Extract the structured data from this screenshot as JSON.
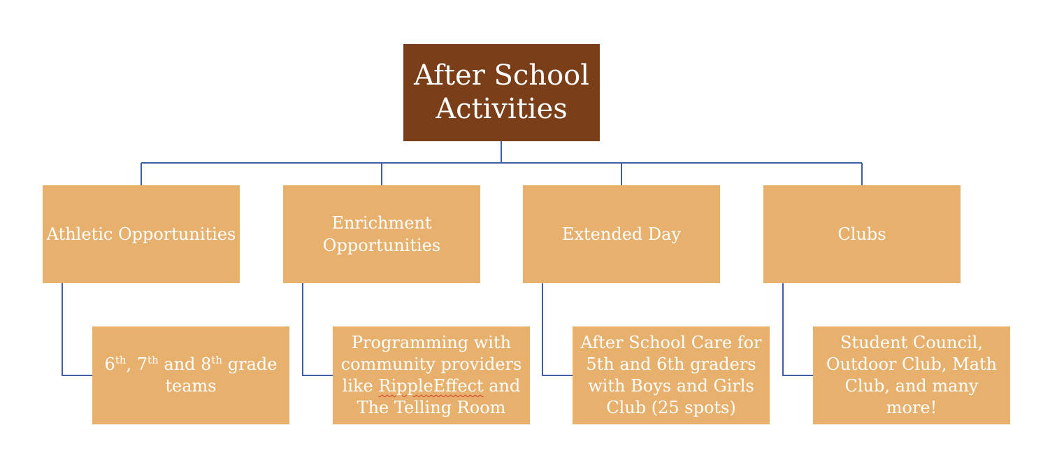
{
  "colors": {
    "root_fill": "#7a3f18",
    "node_fill": "#e8b06d",
    "connector": "#3e5fa3",
    "text": "#ffffff",
    "spellcheck": "#d23c2a"
  },
  "root": {
    "label": "After School Activities"
  },
  "categories": [
    {
      "label": "Athletic Opportunities",
      "detail": {
        "pre": "6",
        "sup1": "th",
        "mid1": ", 7",
        "sup2": "th",
        "mid2": " and 8",
        "sup3": "th",
        "post": " grade teams"
      }
    },
    {
      "label": "Enrichment Opportunities",
      "detail": {
        "pre": "Programming with community providers like ",
        "flagged": "RippleEffect",
        "post": " and The Telling Room"
      }
    },
    {
      "label": "Extended Day",
      "detail": {
        "text": "After School Care for 5th and 6th graders with Boys and Girls Club (25 spots)"
      }
    },
    {
      "label": "Clubs",
      "detail": {
        "text": "Student Council, Outdoor Club, Math Club, and many more!"
      }
    }
  ]
}
